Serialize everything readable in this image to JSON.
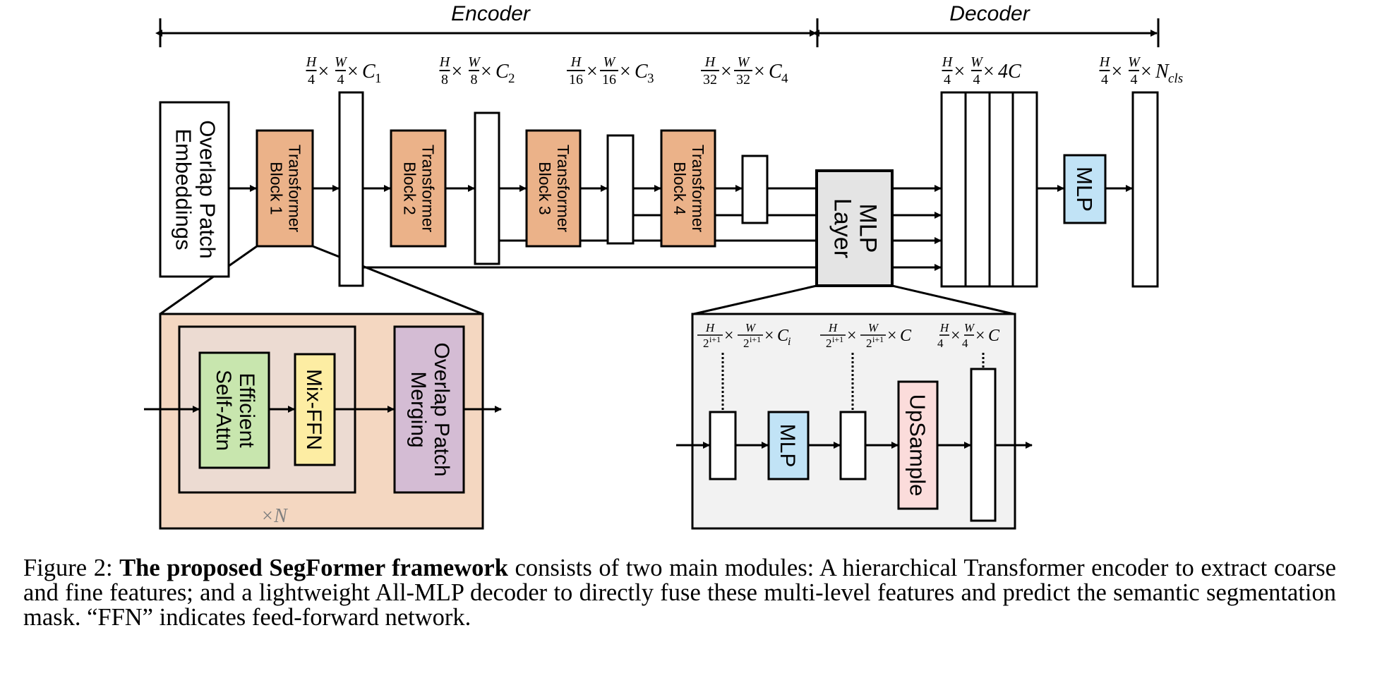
{
  "header": {
    "encoder_label": "Encoder",
    "decoder_label": "Decoder"
  },
  "encoder": {
    "input_block": {
      "line1": "Overlap Patch",
      "line2": "Embeddings"
    },
    "blocks": [
      {
        "line1": "Transformer",
        "line2": "Block 1"
      },
      {
        "line1": "Transformer",
        "line2": "Block 2"
      },
      {
        "line1": "Transformer",
        "line2": "Block 3"
      },
      {
        "line1": "Transformer",
        "line2": "Block 4"
      }
    ],
    "feature_shapes": [
      {
        "h_den": "4",
        "w_den": "4",
        "c": "C",
        "c_sub": "1"
      },
      {
        "h_den": "8",
        "w_den": "8",
        "c": "C",
        "c_sub": "2"
      },
      {
        "h_den": "16",
        "w_den": "16",
        "c": "C",
        "c_sub": "3"
      },
      {
        "h_den": "32",
        "w_den": "32",
        "c": "C",
        "c_sub": "4"
      }
    ]
  },
  "decoder": {
    "mlp_layer": {
      "line1": "MLP",
      "line2": "Layer"
    },
    "concat_shape": {
      "h_den": "4",
      "w_den": "4",
      "c": "4C"
    },
    "mlp_label": "MLP",
    "output_shape": {
      "h_den": "4",
      "w_den": "4",
      "c": "N",
      "c_sub": "cls"
    }
  },
  "encoder_detail": {
    "esa": {
      "line1": "Efficient",
      "line2": "Self-Attn"
    },
    "mixffn": "Mix-FFN",
    "opm": {
      "line1": "Overlap Patch",
      "line2": "Merging"
    },
    "repeat": "×N"
  },
  "decoder_detail": {
    "shape1": {
      "h": "H",
      "w": "W",
      "den": "2",
      "exp": "i+1",
      "c": "C",
      "c_sub": "i"
    },
    "shape2": {
      "h": "H",
      "w": "W",
      "den": "2",
      "exp": "i+1",
      "c": "C"
    },
    "shape3": {
      "h_den": "4",
      "w_den": "4",
      "c": "C"
    },
    "mlp_label": "MLP",
    "upsample_label": "UpSample"
  },
  "math": {
    "H": "H",
    "W": "W",
    "times": "×"
  },
  "colors": {
    "transformer_block": "#ebb289",
    "mlp_layer": "#e4e4e4",
    "mlp_blue": "#c1e3f6",
    "encoder_detail_bg": "#f4d7c1",
    "encoder_inner_bg": "#ecdbd2",
    "esa_green": "#c8e6ae",
    "mixffn_yellow": "#fdeda3",
    "opm_purple": "#d4bcd4",
    "decoder_detail_bg": "#f2f2f2",
    "upsample_pink": "#fbdcdb",
    "repeat_gray": "#808080"
  },
  "caption": {
    "prefix": "Figure 2: ",
    "bold": "The proposed SegFormer framework",
    "rest": " consists of two main modules: A hierarchical Transformer encoder to extract coarse and fine features; and a lightweight All-MLP decoder to directly fuse these multi-level features and predict the semantic segmentation mask. “FFN” indicates feed-forward network."
  }
}
